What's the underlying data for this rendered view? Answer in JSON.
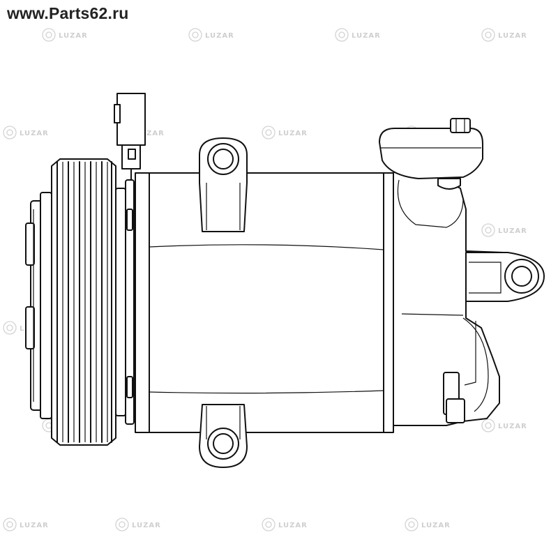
{
  "site": {
    "url": "www.Parts62.ru"
  },
  "watermark": {
    "brand": "LUZAR",
    "color": "#d0d0d0"
  },
  "product": {
    "depiction": "a/c compressor line drawing",
    "line_color": "#111111",
    "background": "#ffffff"
  }
}
